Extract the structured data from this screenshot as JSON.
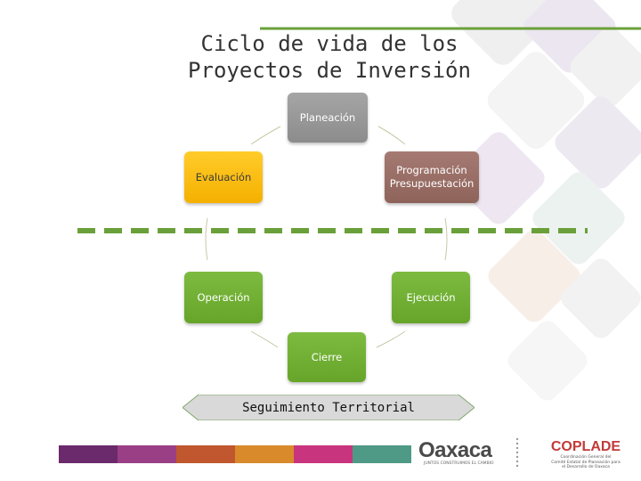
{
  "title": {
    "line1": "Ciclo de vida de los",
    "line2": "Proyectos de Inversión"
  },
  "nodes": {
    "planeacion": "Planeación",
    "programacion": "Programación\nPresupuestación",
    "evaluacion": "Evaluación",
    "operacion": "Operación",
    "ejecucion": "Ejecución",
    "cierre": "Cierre"
  },
  "banner": "Seguimiento Territorial",
  "footer": {
    "oaxaca": {
      "name": "Oaxaca",
      "tagline": "JUNTOS CONSTRUIMOS EL CAMBIO"
    },
    "coplade": {
      "name": "COPLADE",
      "subtitle": "Coordinación General del\nComité Estatal de Planeación para\nel Desarrollo de Oaxaca"
    }
  },
  "colors": {
    "gray_node": "#999999",
    "brown_node": "#9a6f66",
    "yellow_node": "#f8bd0f",
    "green_node": "#72b036",
    "dashed_line": "#6aa03a",
    "strip": [
      "#2e7b6e",
      "#6b2a6b",
      "#9a3f86",
      "#c0572e",
      "#d98a2b",
      "#c9347e",
      "#4f9a86"
    ]
  }
}
